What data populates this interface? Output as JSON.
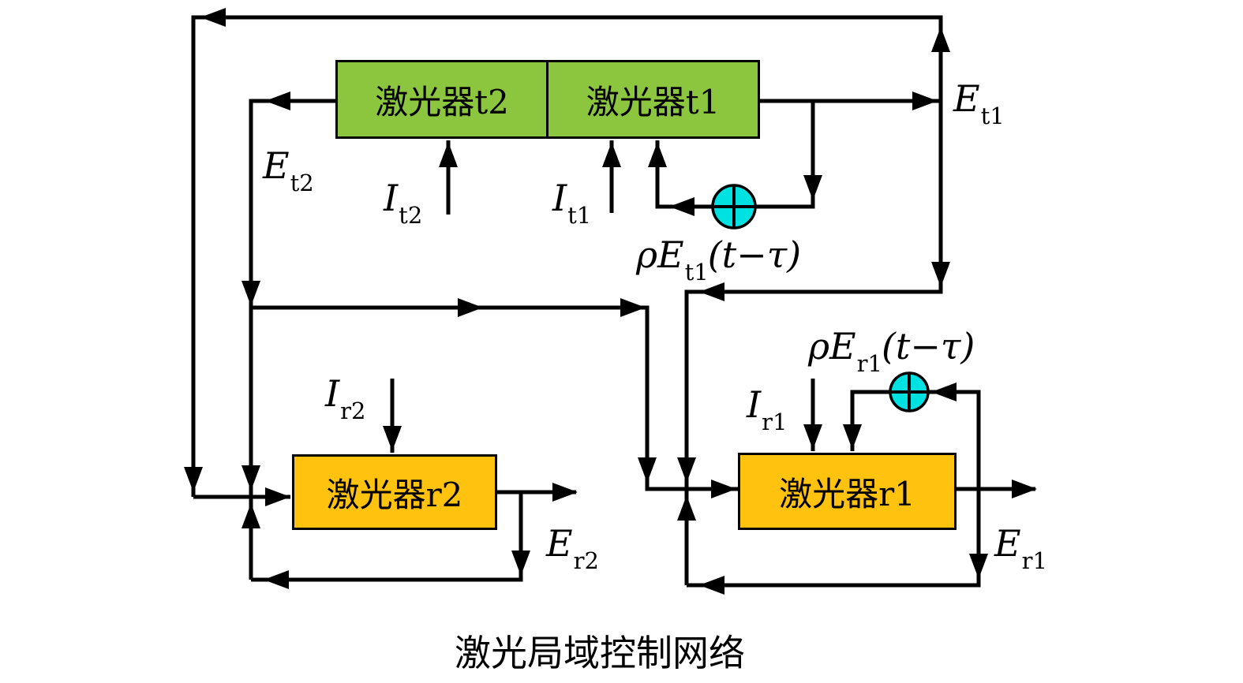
{
  "title": "激光局域控制网络",
  "boxes": {
    "t2": "激光器t2",
    "t1": "激光器t1",
    "r2": "激光器r2",
    "r1": "激光器r1"
  },
  "labels": {
    "Et1": {
      "v": "E",
      "s": "t1"
    },
    "Et2": {
      "v": "E",
      "s": "t2"
    },
    "It2": {
      "v": "I",
      "s": "t2"
    },
    "It1": {
      "v": "I",
      "s": "t1"
    },
    "Ir2": {
      "v": "I",
      "s": "r2"
    },
    "Ir1": {
      "v": "I",
      "s": "r1"
    },
    "Er2": {
      "v": "E",
      "s": "r2"
    },
    "Er1": {
      "v": "E",
      "s": "r1"
    },
    "rhoEt1": {
      "pre": "ρE",
      "s": "t1",
      "post": "(t−τ)"
    },
    "rhoEr1": {
      "pre": "ρE",
      "s": "r1",
      "post": "(t−τ)"
    }
  },
  "icons": {
    "adder1": "plus-circle-coupler",
    "adder2": "plus-circle-coupler"
  },
  "colors": {
    "green": "#8CC63F",
    "orange": "#FFC20E",
    "cyan": "#00E1E1",
    "line": "#000000"
  }
}
